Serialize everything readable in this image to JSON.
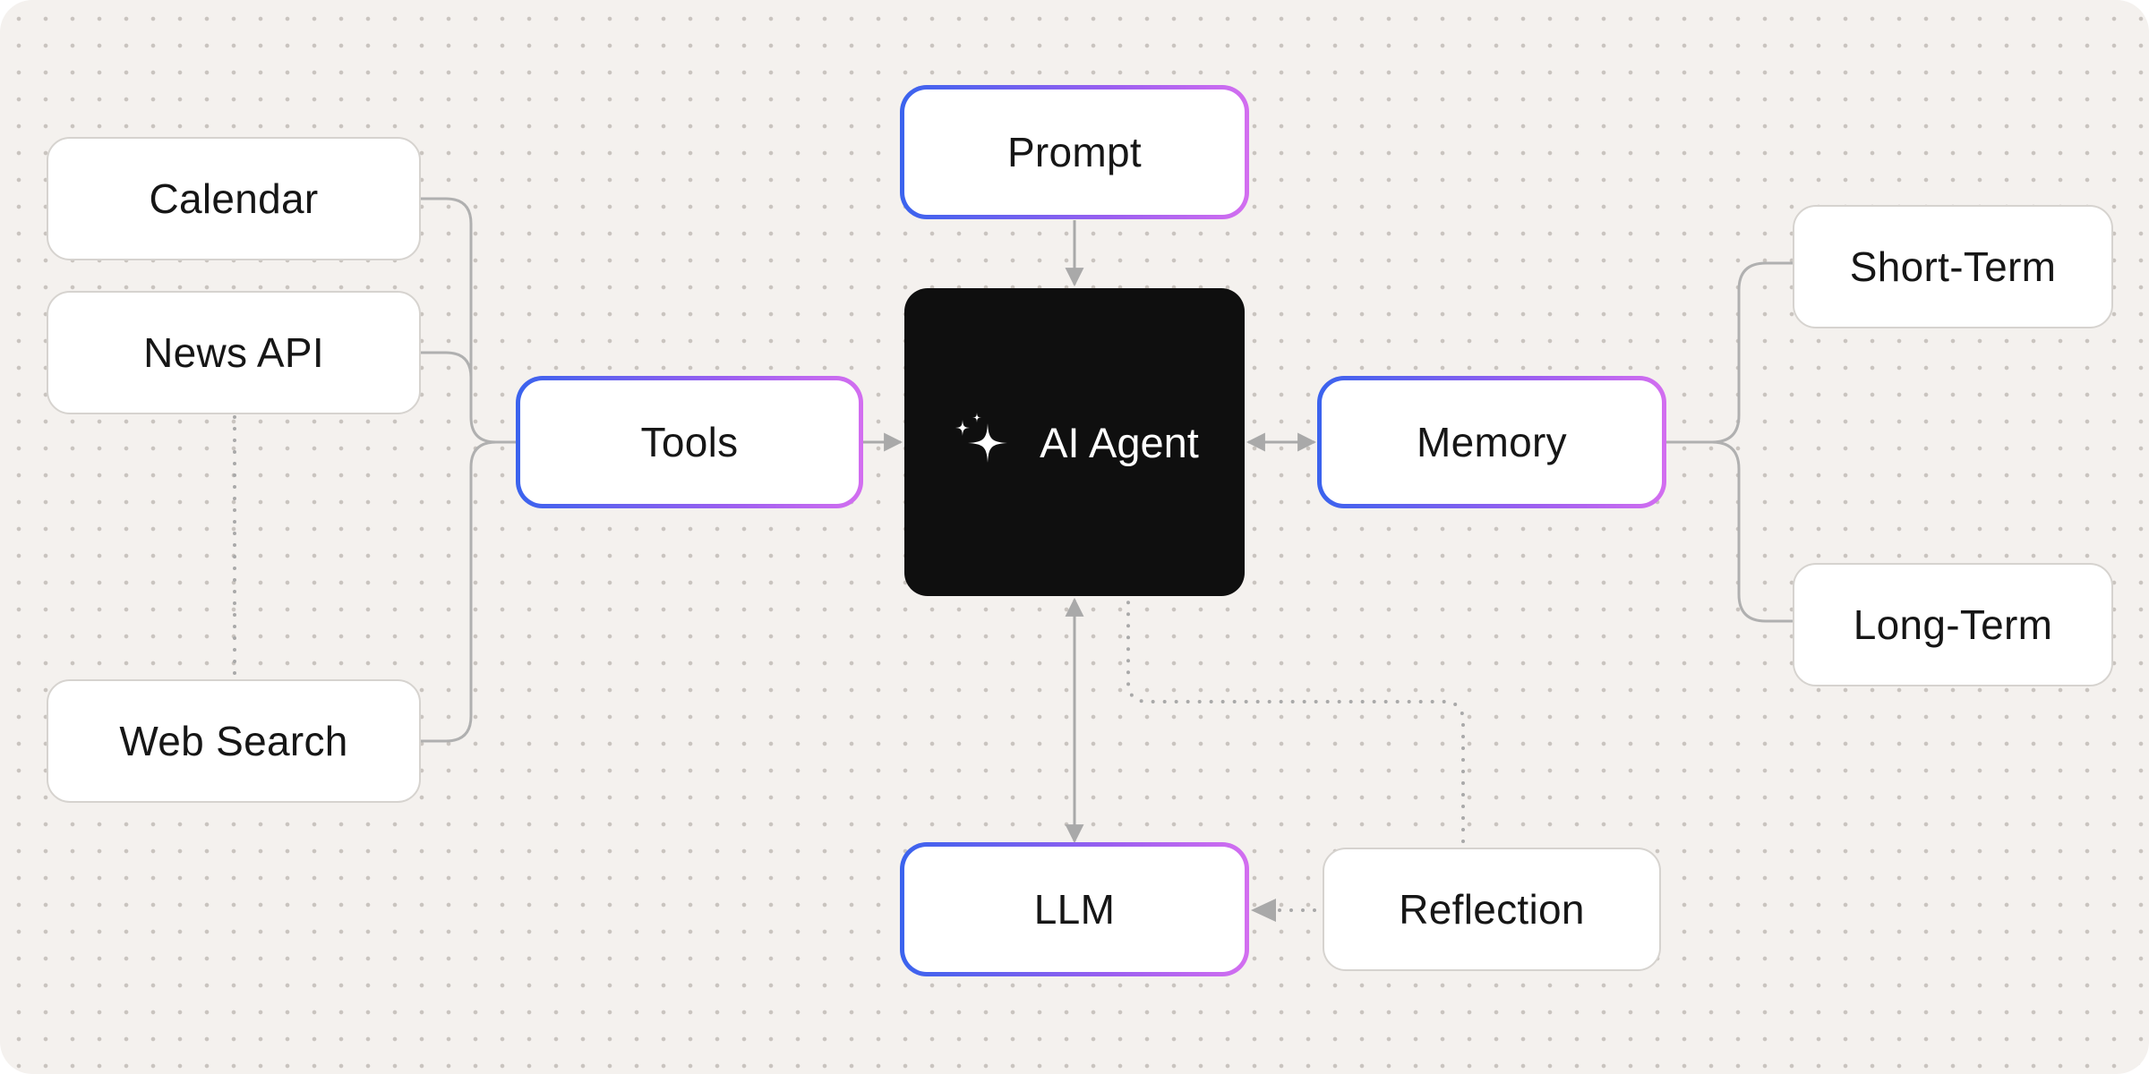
{
  "diagram": {
    "center": {
      "label": "AI Agent",
      "icon": "sparkle-icon"
    },
    "prompt": {
      "label": "Prompt"
    },
    "tools": {
      "label": "Tools",
      "items": [
        "Calendar",
        "News API",
        "Web Search"
      ]
    },
    "memory": {
      "label": "Memory",
      "items": [
        "Short-Term",
        "Long-Term"
      ]
    },
    "llm": {
      "label": "LLM"
    },
    "reflection": {
      "label": "Reflection"
    }
  },
  "colors": {
    "canvas": "#f4f1ee",
    "agent_fill": "#0f0f0f",
    "gradient_start": "#3a63ee",
    "gradient_end": "#d36ef0",
    "connector": "#a9a9a9"
  }
}
